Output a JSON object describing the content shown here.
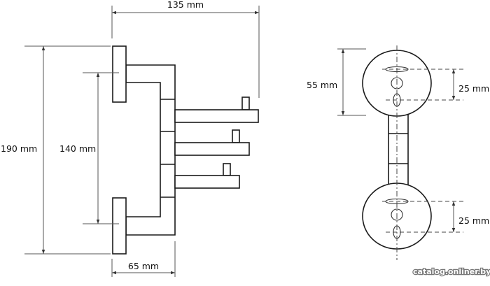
{
  "dimensions": {
    "width_total": "135 mm",
    "height_total": "190 mm",
    "plate_spacing": "140 mm",
    "depth": "65 mm",
    "side_spacing": "55 mm",
    "hole_spacing_top": "25 mm",
    "hole_spacing_bottom": "25 mm"
  },
  "watermark": "catalog.onliner.by"
}
